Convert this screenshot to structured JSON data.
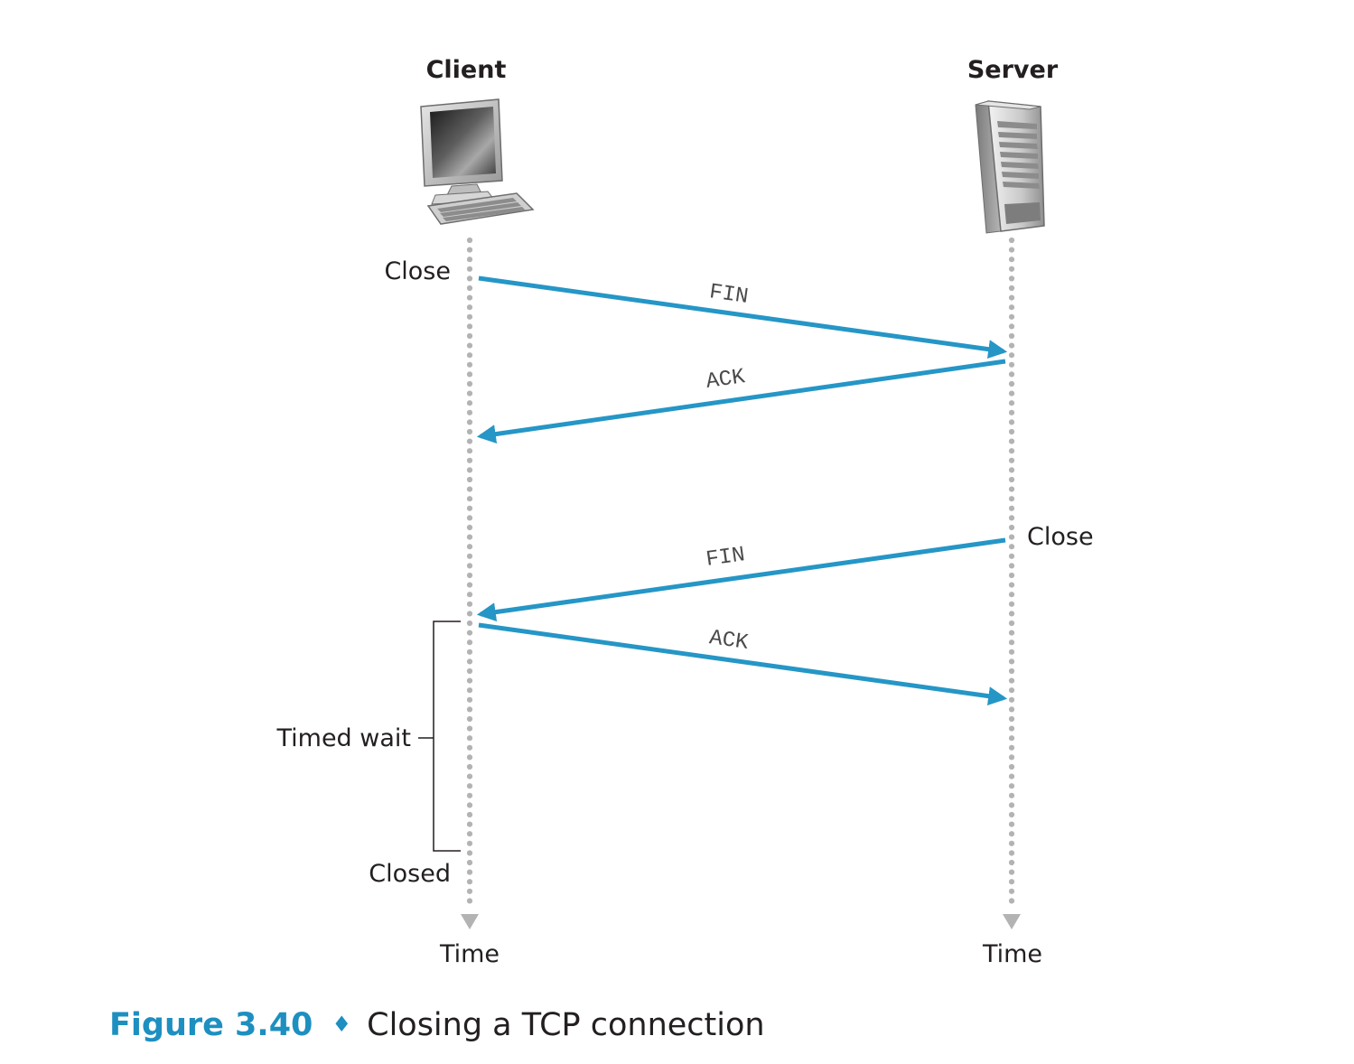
{
  "parties": {
    "client": {
      "label": "Client"
    },
    "server": {
      "label": "Server"
    }
  },
  "timeline": {
    "client_time_label": "Time",
    "server_time_label": "Time"
  },
  "events": {
    "client_close": "Close",
    "server_close": "Close",
    "timed_wait": "Timed wait",
    "closed": "Closed"
  },
  "messages": [
    {
      "label": "FIN",
      "from": "client",
      "to": "server"
    },
    {
      "label": "ACK",
      "from": "server",
      "to": "client"
    },
    {
      "label": "FIN",
      "from": "server",
      "to": "client"
    },
    {
      "label": "ACK",
      "from": "client",
      "to": "server"
    }
  ],
  "caption": {
    "number": "Figure 3.40",
    "separator": "♦",
    "text": "Closing a TCP connection"
  },
  "colors": {
    "arrow": "#2596c6",
    "timeline_dots": "#b3b3b3",
    "caption_accent": "#1d8fc0",
    "text": "#231f20"
  },
  "icons": {
    "client": "desktop-computer-icon",
    "server": "server-tower-icon"
  }
}
